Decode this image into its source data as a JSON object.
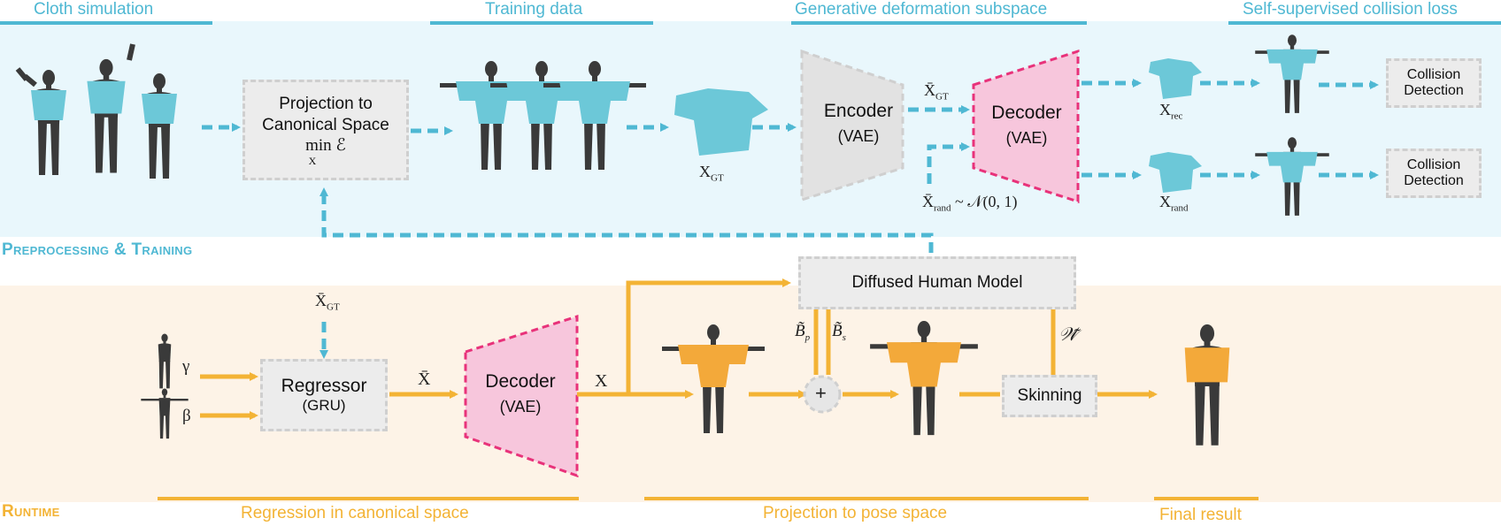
{
  "stage_headers": [
    {
      "label": "Cloth simulation"
    },
    {
      "label": "Training data"
    },
    {
      "label": "Generative deformation subspace"
    },
    {
      "label": "Self-supervised collision loss"
    }
  ],
  "sections": {
    "preprocessing": "Preprocessing & Training",
    "runtime": "Runtime"
  },
  "runtime_headers": [
    {
      "label": "Regression in canonical space"
    },
    {
      "label": "Projection to pose space"
    },
    {
      "label": "Final result"
    }
  ],
  "boxes": {
    "projection": {
      "line1": "Projection to",
      "line2": "Canonical Space",
      "formula": "min ℰ",
      "sub": "X"
    },
    "encoder": {
      "title": "Encoder",
      "sub": "(VAE)"
    },
    "decoder_train": {
      "title": "Decoder",
      "sub": "(VAE)"
    },
    "collision1": {
      "line1": "Collision",
      "line2": "Detection"
    },
    "collision2": {
      "line1": "Collision",
      "line2": "Detection"
    },
    "diffused": {
      "title": "Diffused Human Model"
    },
    "regressor": {
      "title": "Regressor",
      "sub": "(GRU)"
    },
    "decoder_run": {
      "title": "Decoder",
      "sub": "(VAE)"
    },
    "skinning": {
      "title": "Skinning"
    }
  },
  "labels": {
    "x_gt": "X",
    "x_gt_sub": "GT",
    "xbar_gt": "X̄",
    "xbar_gt_sub": "GT",
    "xbar_rand": "X̄",
    "xbar_rand_sub": "rand",
    "xbar_rand_rest": " ~ 𝒩(0, 1)",
    "x_rec": "X",
    "x_rec_sub": "rec",
    "x_rand": "X",
    "x_rand_sub": "rand",
    "xbar_gt_run": "X̄",
    "xbar_gt_run_sub": "GT",
    "gamma": "γ",
    "beta": "β",
    "xbar": "X̄",
    "x": "X",
    "bp": "B̃",
    "bp_sub": "p",
    "bs": "B̃",
    "bs_sub": "s",
    "w": "𝒲̃",
    "plus": "+"
  },
  "colors": {
    "cyan": "#4fb8d3",
    "orange": "#f3b335",
    "pink": "#e8327a",
    "pink_fill": "#f7c6dc",
    "top_bg": "#e9f7fc",
    "bottom_bg": "#fdf3e7",
    "shirt": "#6cc8d8",
    "shirt_orange": "#f3a93a",
    "body": "#3a3a3a"
  }
}
